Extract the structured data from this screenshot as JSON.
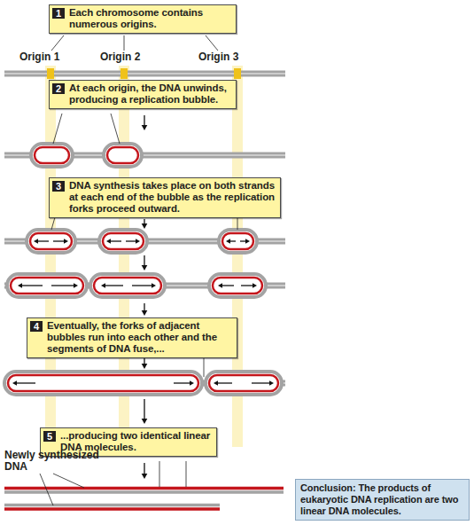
{
  "diagram": {
    "nodes": [
      {
        "text": [
          "1",
          "Each chromosome contains numerous origins."
        ]
      },
      {
        "text": [
          "2",
          "At each origin, the DNA unwinds, producing a replication bubble."
        ]
      },
      {
        "text": [
          "3",
          "DNA synthesis takes place on both strands at each end of the bubble as the replication forks proceed outward."
        ]
      },
      {
        "text": [
          "4",
          "Eventually, the forks of adjacent bubbles run into each other and the segments of DNA fuse,..."
        ]
      },
      {
        "text": [
          "5",
          "...producing two identical linear DNA molecules."
        ]
      },
      {
        "text": [
          "Conclusion: The products of eukaryotic DNA replication are two linear DNA molecules."
        ]
      }
    ],
    "labels": [
      "Origin 1",
      "Origin 2",
      "Origin 3",
      "Newly synthesized DNA"
    ]
  }
}
